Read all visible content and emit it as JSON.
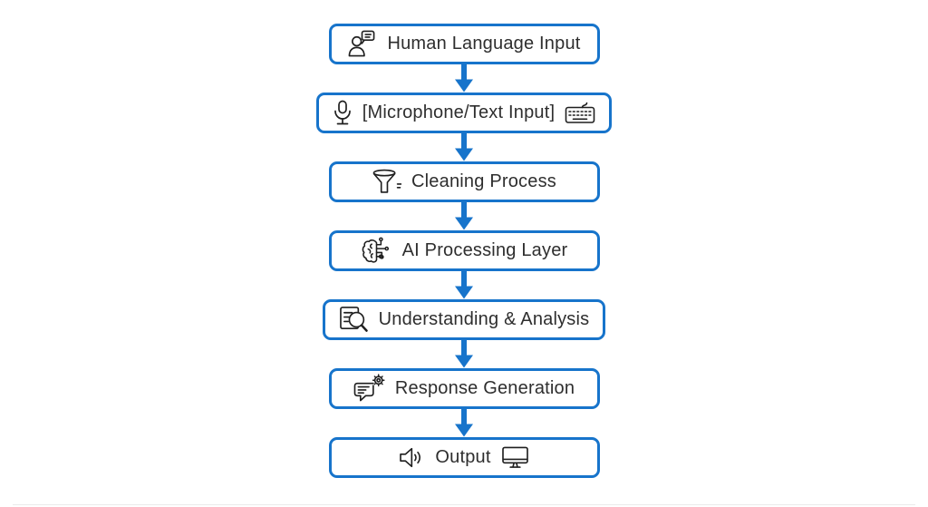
{
  "flowchart": {
    "colors": {
      "accent": "#1774cb",
      "text": "#2e2e2e",
      "icon": "#1f1f1f",
      "background": "#ffffff"
    },
    "nodes": [
      {
        "label": "Human Language Input",
        "icon_left": "person-chat-icon"
      },
      {
        "label": "[Microphone/Text Input]",
        "icon_left": "microphone-icon",
        "icon_right": "keyboard-icon"
      },
      {
        "label": "Cleaning Process",
        "icon_left": "funnel-icon"
      },
      {
        "label": "AI Processing Layer",
        "icon_left": "brain-circuit-icon"
      },
      {
        "label": "Understanding & Analysis",
        "icon_left": "document-search-icon"
      },
      {
        "label": "Response Generation",
        "icon_left": "chat-gear-icon"
      },
      {
        "label": "Output",
        "icon_left": "speaker-icon",
        "icon_right": "monitor-icon"
      }
    ],
    "connector": "arrow-down"
  }
}
